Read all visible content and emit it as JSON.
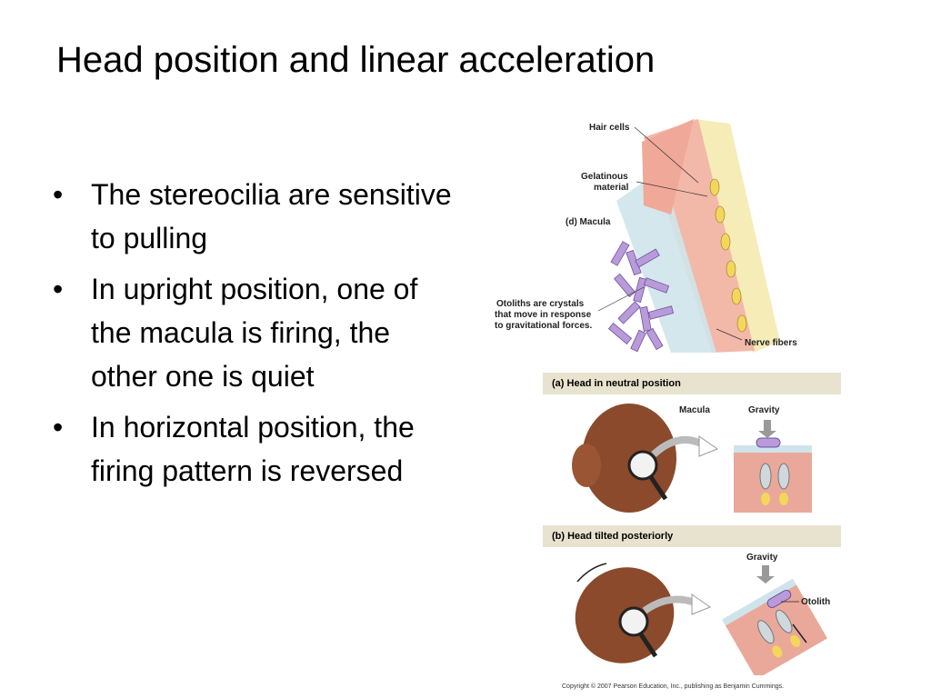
{
  "slide": {
    "title": "Head position and linear acceleration",
    "bullets": [
      "The stereocilia are sensitive to pulling",
      "In upright position, one of the macula is firing, the other one is quiet",
      "In horizontal position, the firing pattern is reversed"
    ]
  },
  "figure_macula": {
    "label_hair_cells": "Hair cells",
    "label_gelatinous_1": "Gelatinous",
    "label_gelatinous_2": "material",
    "label_panel": "(d) Macula",
    "label_otoliths_1": "Otoliths are crystals",
    "label_otoliths_2": "that move in response",
    "label_otoliths_3": "to gravitational forces.",
    "label_nerve": "Nerve fibers"
  },
  "figure_neutral": {
    "heading_tag": "(a)",
    "heading": "Head in neutral position",
    "label_macula": "Macula",
    "label_gravity": "Gravity"
  },
  "figure_tilted": {
    "heading_tag": "(b)",
    "heading": "Head tilted posteriorly",
    "label_gravity": "Gravity",
    "label_otolith": "Otolith"
  },
  "copyright": "Copyright © 2007 Pearson Education, Inc., publishing as Benjamin Cummings.",
  "bullet_char": "•"
}
